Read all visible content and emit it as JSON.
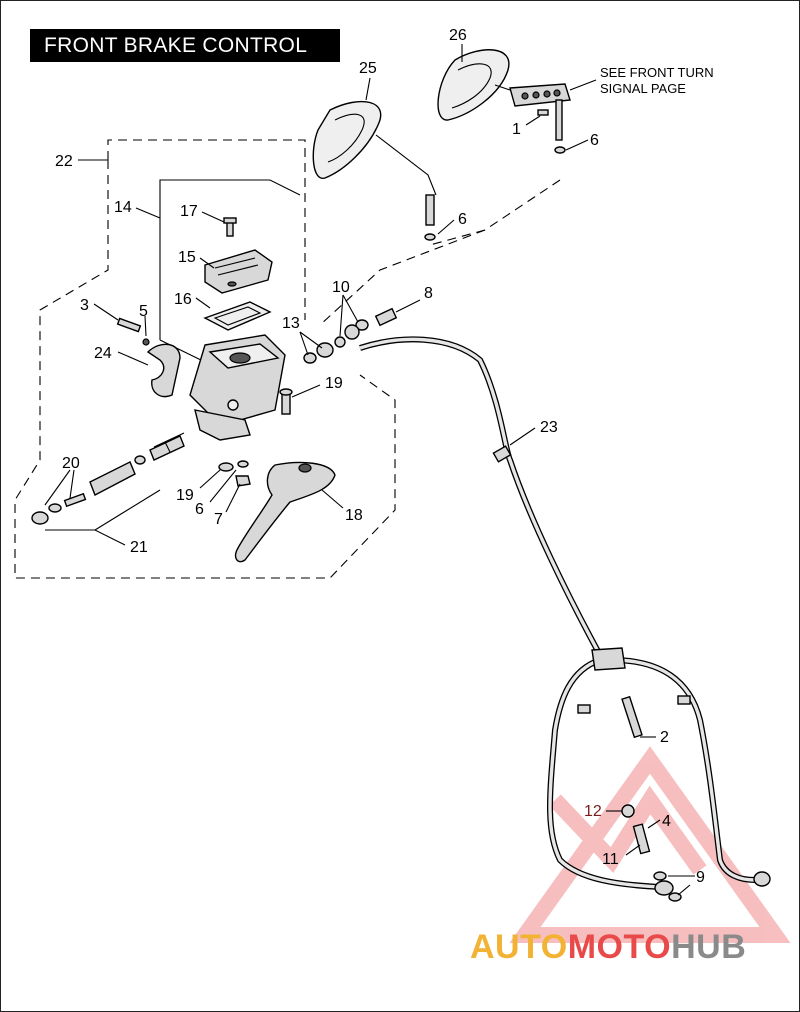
{
  "title": "FRONT BRAKE CONTROL",
  "note_lines": [
    "SEE FRONT TURN",
    "SIGNAL PAGE"
  ],
  "callouts": [
    {
      "id": "c1",
      "label": "1"
    },
    {
      "id": "c2",
      "label": "2"
    },
    {
      "id": "c3",
      "label": "3"
    },
    {
      "id": "c4",
      "label": "4"
    },
    {
      "id": "c5",
      "label": "5"
    },
    {
      "id": "c6a",
      "label": "6"
    },
    {
      "id": "c6b",
      "label": "6"
    },
    {
      "id": "c6c",
      "label": "6"
    },
    {
      "id": "c7",
      "label": "7"
    },
    {
      "id": "c8",
      "label": "8"
    },
    {
      "id": "c9",
      "label": "9"
    },
    {
      "id": "c10",
      "label": "10"
    },
    {
      "id": "c11",
      "label": "11"
    },
    {
      "id": "c12",
      "label": "12"
    },
    {
      "id": "c13",
      "label": "13"
    },
    {
      "id": "c14",
      "label": "14"
    },
    {
      "id": "c15",
      "label": "15"
    },
    {
      "id": "c16",
      "label": "16"
    },
    {
      "id": "c17",
      "label": "17"
    },
    {
      "id": "c18",
      "label": "18"
    },
    {
      "id": "c19a",
      "label": "19"
    },
    {
      "id": "c19b",
      "label": "19"
    },
    {
      "id": "c20",
      "label": "20"
    },
    {
      "id": "c21",
      "label": "21"
    },
    {
      "id": "c22",
      "label": "22"
    },
    {
      "id": "c23",
      "label": "23"
    },
    {
      "id": "c24",
      "label": "24"
    },
    {
      "id": "c25",
      "label": "25"
    },
    {
      "id": "c26",
      "label": "26"
    }
  ],
  "watermark": {
    "part1": "AUTO",
    "part2": "MOTO",
    "part3": "HUB"
  },
  "colors": {
    "watermark_orange": "#f2b233",
    "watermark_red": "#e84a4a",
    "watermark_gray": "#8a8a8a"
  }
}
